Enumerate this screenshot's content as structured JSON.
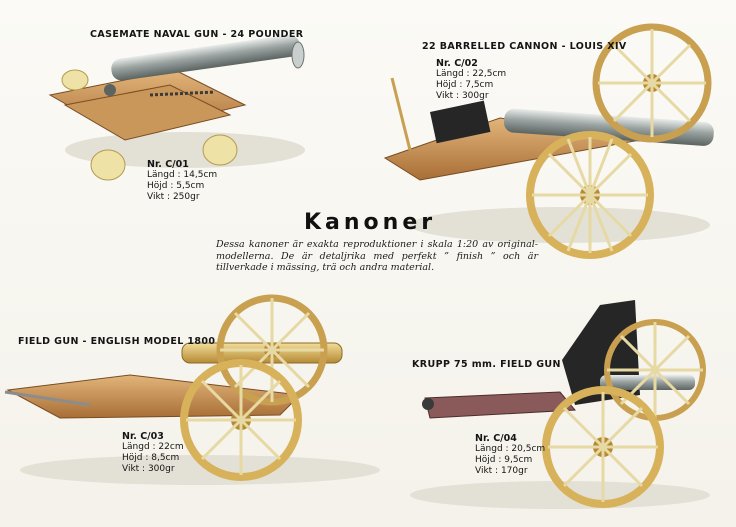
{
  "page": {
    "title": "Kanoner",
    "description": "Dessa kanoner är exakta reproduktioner i skala 1:20 av original-modellerna. De är detaljrika med perfekt ” finish ” och är tillverkade i mässing, trä och andra material."
  },
  "colors": {
    "wood": "#c9975a",
    "wood_dark": "#8a5a2b",
    "brass": "#d8b25a",
    "barrel": "#9aa3a1",
    "wheel_wood": "#e7d9a3",
    "black_part": "#262626"
  },
  "cannons": [
    {
      "caption": "CASEMATE NAVAL GUN - 24 POUNDER",
      "nr": "Nr. C/01",
      "length": "Längd : 14,5cm",
      "height": "Höjd : 5,5cm",
      "weight": "Vikt : 250gr"
    },
    {
      "caption": "22 BARRELLED CANNON - LOUIS XIV",
      "nr": "Nr. C/02",
      "length": "Längd : 22,5cm",
      "height": "Höjd : 7,5cm",
      "weight": "Vikt : 300gr"
    },
    {
      "caption": "FIELD GUN - ENGLISH MODEL 1800",
      "nr": "Nr. C/03",
      "length": "Längd : 22cm",
      "height": "Höjd : 8,5cm",
      "weight": "Vikt : 300gr"
    },
    {
      "caption": "KRUPP 75 mm. FIELD GUN",
      "nr": "Nr. C/04",
      "length": "Längd : 20,5cm",
      "height": "Höjd : 9,5cm",
      "weight": "Vikt : 170gr"
    }
  ]
}
